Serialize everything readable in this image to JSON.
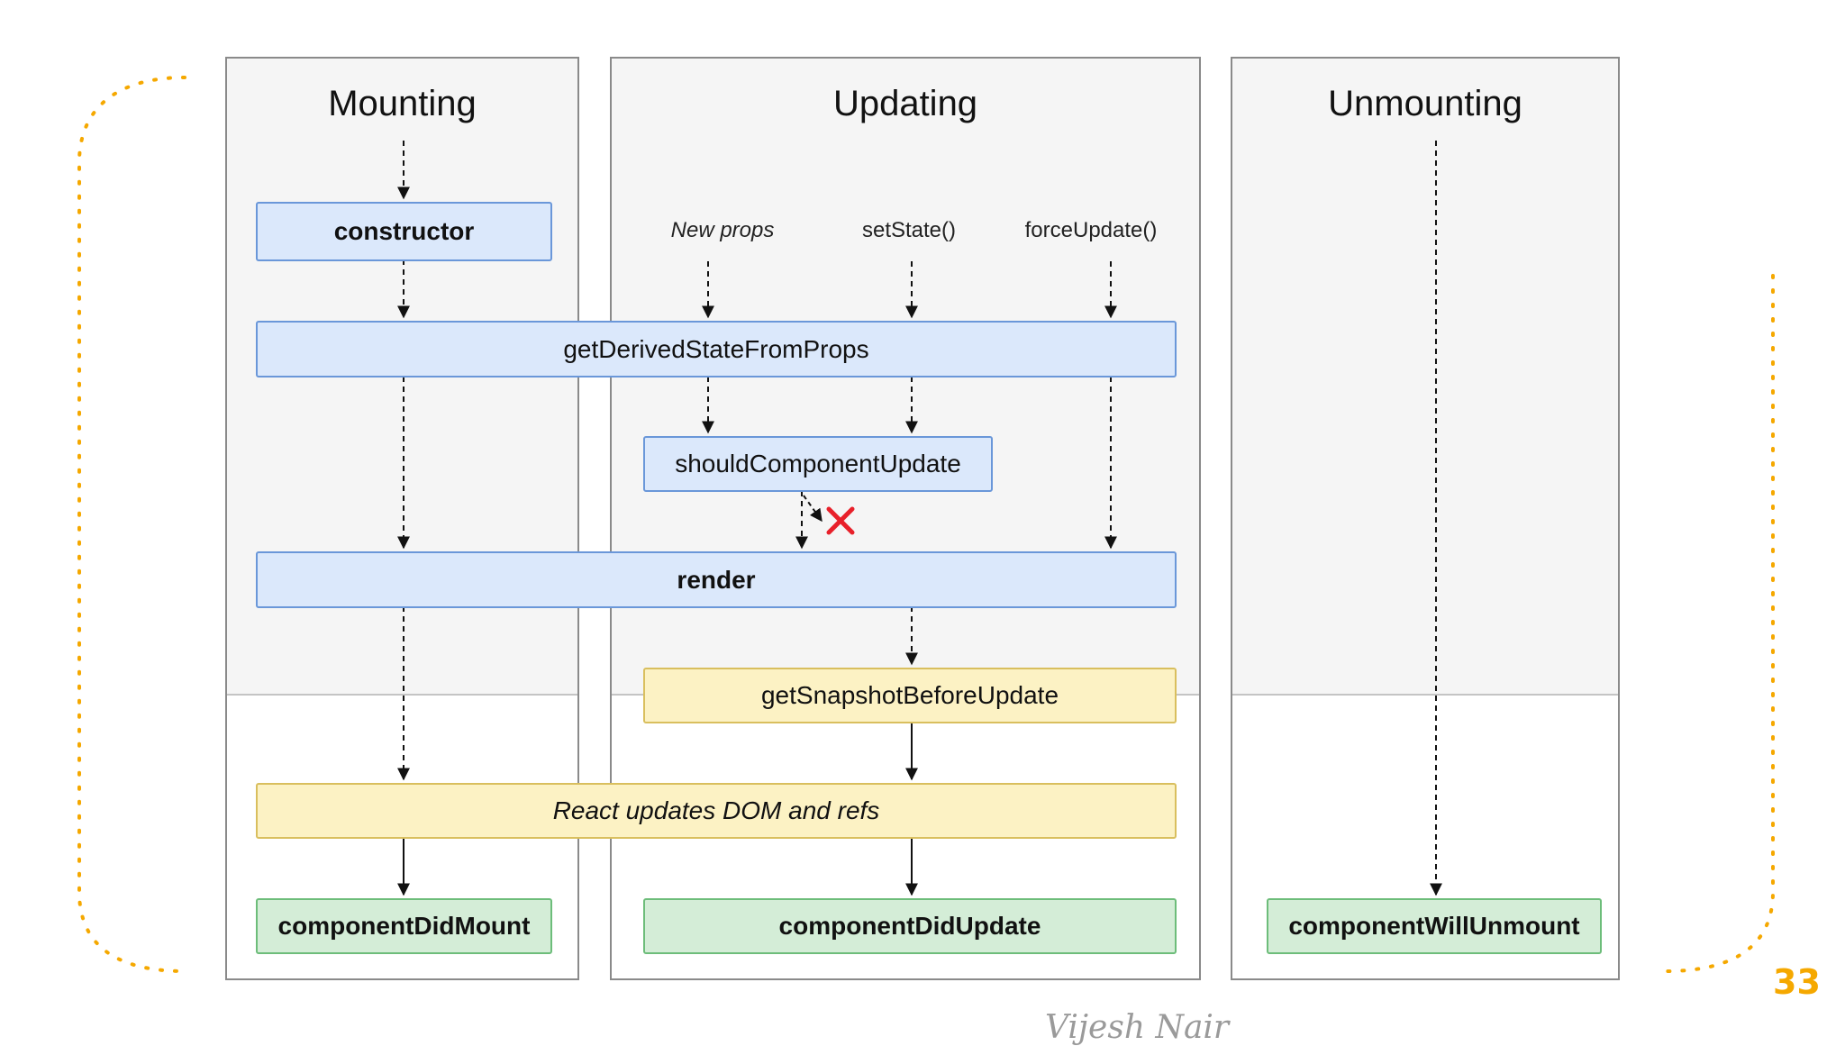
{
  "phases": {
    "mounting": "Mounting",
    "updating": "Updating",
    "unmounting": "Unmounting"
  },
  "triggers": {
    "new_props": "New props",
    "set_state": "setState()",
    "force_update": "forceUpdate()"
  },
  "methods": {
    "constructor": "constructor",
    "get_derived_state": "getDerivedStateFromProps",
    "should_component_update": "shouldComponentUpdate",
    "render": "render",
    "get_snapshot": "getSnapshotBeforeUpdate",
    "dom_update": "React updates DOM and refs",
    "component_did_mount": "componentDidMount",
    "component_did_update": "componentDidUpdate",
    "component_will_unmount": "componentWillUnmount"
  },
  "footer": {
    "page_number": "33",
    "signature": "Vijesh Nair"
  },
  "colors": {
    "accent_dots": "#f5a800",
    "cancel_x": "#e8202a"
  }
}
